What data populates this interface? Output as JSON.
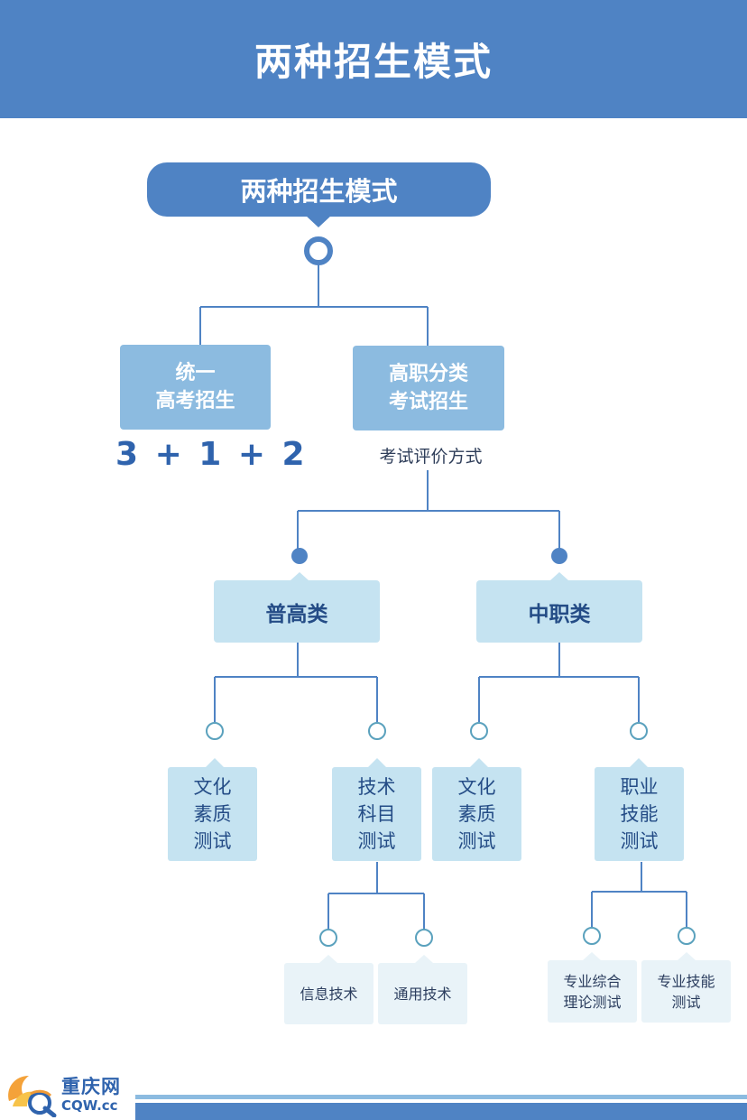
{
  "header": {
    "title": "两种招生模式"
  },
  "root": {
    "label": "两种招生模式"
  },
  "mode_unified": {
    "label": "统一\n高考招生",
    "formula": "3 + 1 + 2"
  },
  "mode_vocational": {
    "label": "高职分类\n考试招生",
    "eval_label": "考试评价方式"
  },
  "general": {
    "label": "普高类",
    "culture_test": "文化\n素质\n测试",
    "tech_test": "技术\n科目\n测试",
    "tech_info": "信息技术",
    "tech_general": "通用技术"
  },
  "vocational": {
    "label": "中职类",
    "culture_test": "文化\n素质\n测试",
    "skill_test": "职业\n技能\n测试",
    "skill_theory": "专业综合\n理论测试",
    "skill_practice": "专业技能\n测试"
  },
  "footer": {
    "site_name": "重庆网",
    "site_url": "CQW.cc"
  },
  "colors": {
    "header_bg": "#4f83c4",
    "level1_bg": "#8cbbe0",
    "level2_bg": "#c5e3f1",
    "level4_bg": "#e9f3f8",
    "line": "#4f83c4",
    "teal_line": "#5aa1bd"
  }
}
